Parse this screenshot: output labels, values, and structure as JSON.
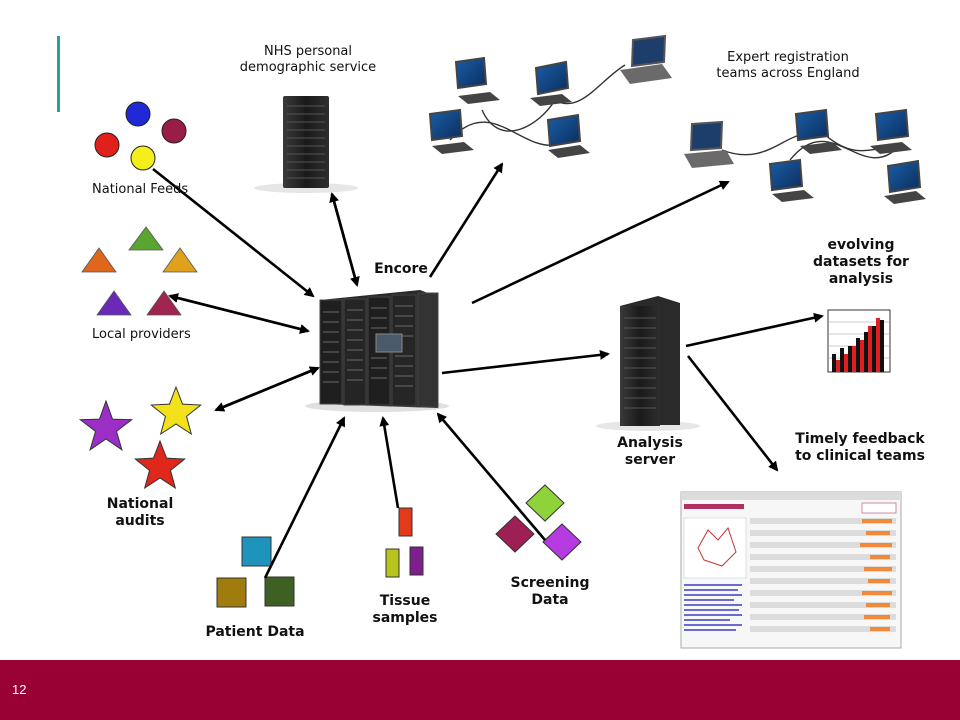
{
  "labels": {
    "nhs": "NHS personal demographic service",
    "expert": "Expert registration teams across England",
    "national_feeds": "National Feeds",
    "local_providers": "Local providers",
    "encore": "Encore",
    "evolving": "evolving datasets for analysis",
    "analysis_server": "Analysis server",
    "timely": "Timely feedback to clinical teams",
    "national_audits": "National audits",
    "patient_data": "Patient Data",
    "tissue": "Tissue samples",
    "screening": "Screening Data"
  },
  "page_number": "12",
  "colors": {
    "footer": "#990033",
    "accent": "#2aa198",
    "feeds": [
      "#1f2ad6",
      "#e0201a",
      "#9a1d48",
      "#f4ee1a"
    ],
    "providers": [
      "#5aa531",
      "#e0661c",
      "#e0a21c",
      "#6a2ab8",
      "#a02350"
    ],
    "audits": [
      "#9b2fc5",
      "#f3e21b",
      "#e0271c"
    ],
    "patient": [
      "#1e93bd",
      "#a07c0e",
      "#3f5f25"
    ],
    "tissue": [
      "#e23a1a",
      "#b8c31c",
      "#7d1f8c"
    ],
    "screening": [
      "#8ed33a",
      "#9e1f54",
      "#b53be0"
    ]
  }
}
